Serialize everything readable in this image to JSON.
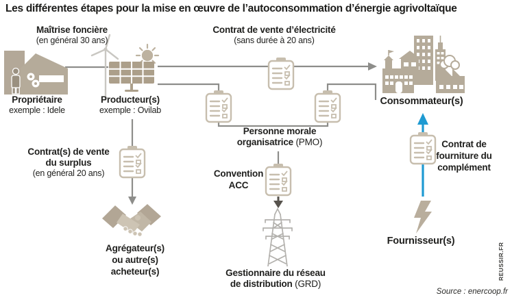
{
  "title": "Les différentes étapes pour la mise en œuvre de l’autoconsommation d’énergie agrivoltaïque",
  "diagram": {
    "maitrise_fonciere": {
      "label": "Maîtrise foncière",
      "duration": "(en général 30 ans)"
    },
    "contrat_electricite": {
      "label": "Contrat de vente d’électricité",
      "duration": "(sans durée à 20 ans)"
    },
    "proprietaire": {
      "label": "Propriétaire",
      "example": "exemple : Idele"
    },
    "producteur": {
      "label": "Producteur(s)",
      "example": "exemple : Ovilab"
    },
    "consommateur": {
      "label": "Consommateur(s)"
    },
    "contrat_surplus": {
      "line1": "Contrat(s) de vente",
      "line2": "du surplus",
      "duration": "(en général 20 ans)"
    },
    "pmo": {
      "line1": "Personne morale",
      "line2_bold": "organisatrice",
      "line2_suffix": "(PMO)"
    },
    "convention_acc": {
      "line1": "Convention",
      "line2": "ACC"
    },
    "agregateur": {
      "line1": "Agrégateur(s)",
      "line2": "ou autre(s)",
      "line3": "acheteur(s)"
    },
    "grd": {
      "line1": "Gestionnaire du réseau",
      "line2_bold": "de distribution",
      "line2_suffix": "(GRD)"
    },
    "fournisseur": {
      "label": "Fournisseur(s)"
    },
    "contrat_complement": {
      "line1": "Contrat de",
      "line2": "fourniture du",
      "line3": "complément"
    }
  },
  "icons": [
    "farm-icon",
    "person-icon",
    "wind-turbine-icon",
    "sun-icon",
    "solar-panel-icon",
    "contract-clipboard-icon",
    "handshake-icon",
    "city-icon",
    "pylon-icon",
    "lightning-icon",
    "arrow-right-icon",
    "arrow-down-icon",
    "arrow-up-blue-icon"
  ],
  "colors": {
    "icon_beige": "#b5ab9a",
    "icon_beige_dark": "#a89d8b",
    "outline_beige": "#c7beae",
    "line_gray": "#8d8d8a",
    "arrow_dark": "#57534d",
    "arrow_blue": "#1e9ad2",
    "text": "#20201e"
  },
  "footer": {
    "source": "Source : enercoop.fr",
    "brand": "REUSSIR.FR"
  }
}
